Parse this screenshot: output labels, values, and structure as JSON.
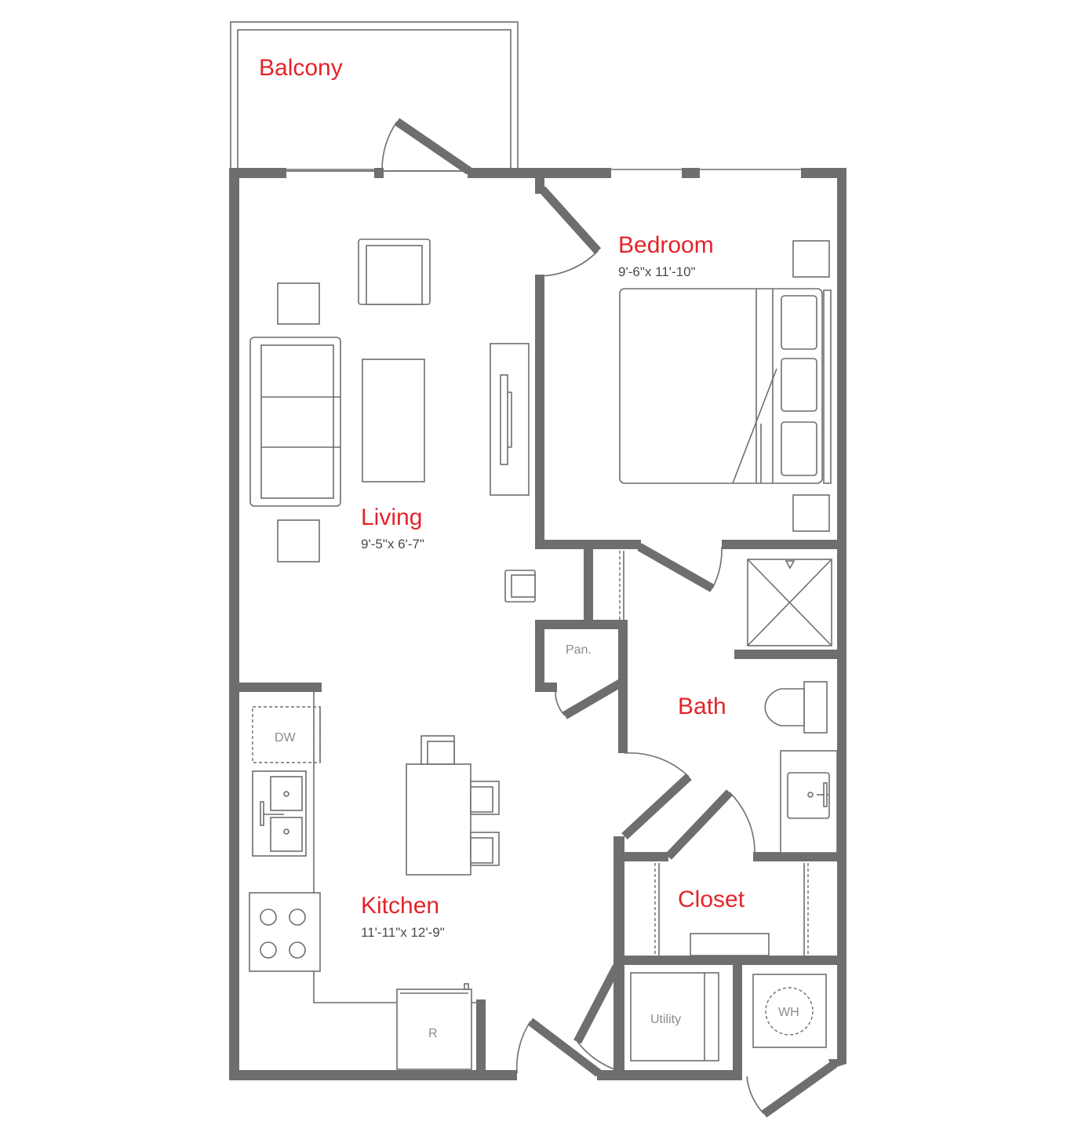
{
  "rooms": {
    "balcony": {
      "name": "Balcony"
    },
    "bedroom": {
      "name": "Bedroom",
      "dimensions": "9'-6\"x 11'-10\""
    },
    "living": {
      "name": "Living",
      "dimensions": "9'-5\"x 6'-7\""
    },
    "bath": {
      "name": "Bath"
    },
    "kitchen": {
      "name": "Kitchen",
      "dimensions": "11'-11\"x 12'-9\""
    },
    "closet": {
      "name": "Closet"
    },
    "utility": {
      "name": "Utility"
    },
    "pantry": {
      "name": "Pan."
    }
  },
  "fixtures": {
    "dishwasher": "DW",
    "refrigerator": "R",
    "water_heater": "WH"
  },
  "colors": {
    "wall": "#6d6e70",
    "room_label": "#e3242b"
  }
}
